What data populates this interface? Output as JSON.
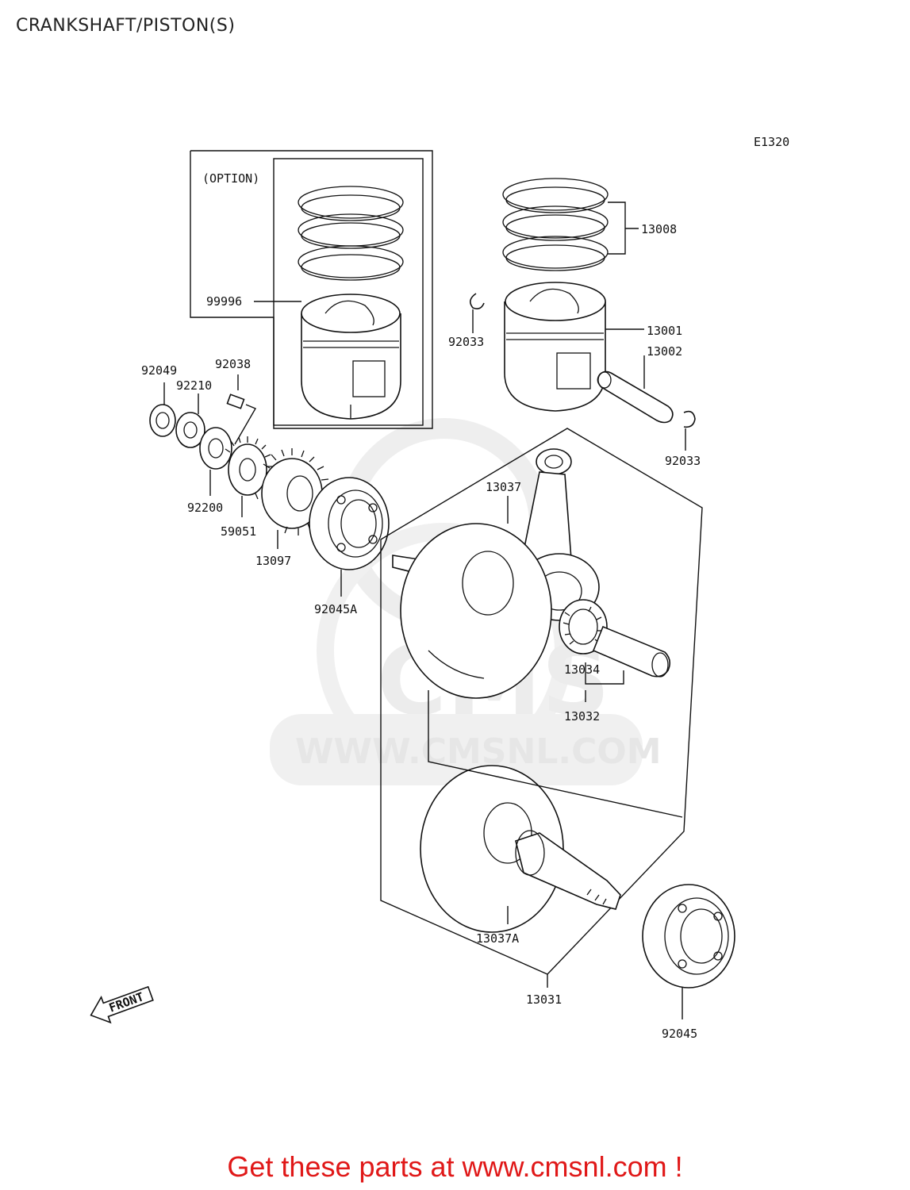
{
  "title": "CRANKSHAFT/PISTON(S)",
  "diagram_code": "E1320",
  "option_label": "(OPTION)",
  "front_label": "FRONT",
  "watermark": {
    "url": "WWW.CMSNL.COM",
    "brand": "CMS"
  },
  "promo_text": "Get these parts at www.cmsnl.com !",
  "part_labels": {
    "p13008": "13008",
    "p99996": "99996",
    "p92033a": "92033",
    "p13001": "13001",
    "p13002": "13002",
    "p92033b": "92033",
    "p92049": "92049",
    "p92038": "92038",
    "p92210": "92210",
    "p92200": "92200",
    "p59051": "59051",
    "p13097": "13097",
    "p92045A": "92045A",
    "p13037": "13037",
    "p13034": "13034",
    "p13032": "13032",
    "p13037A": "13037A",
    "p13031": "13031",
    "p92045": "92045"
  }
}
